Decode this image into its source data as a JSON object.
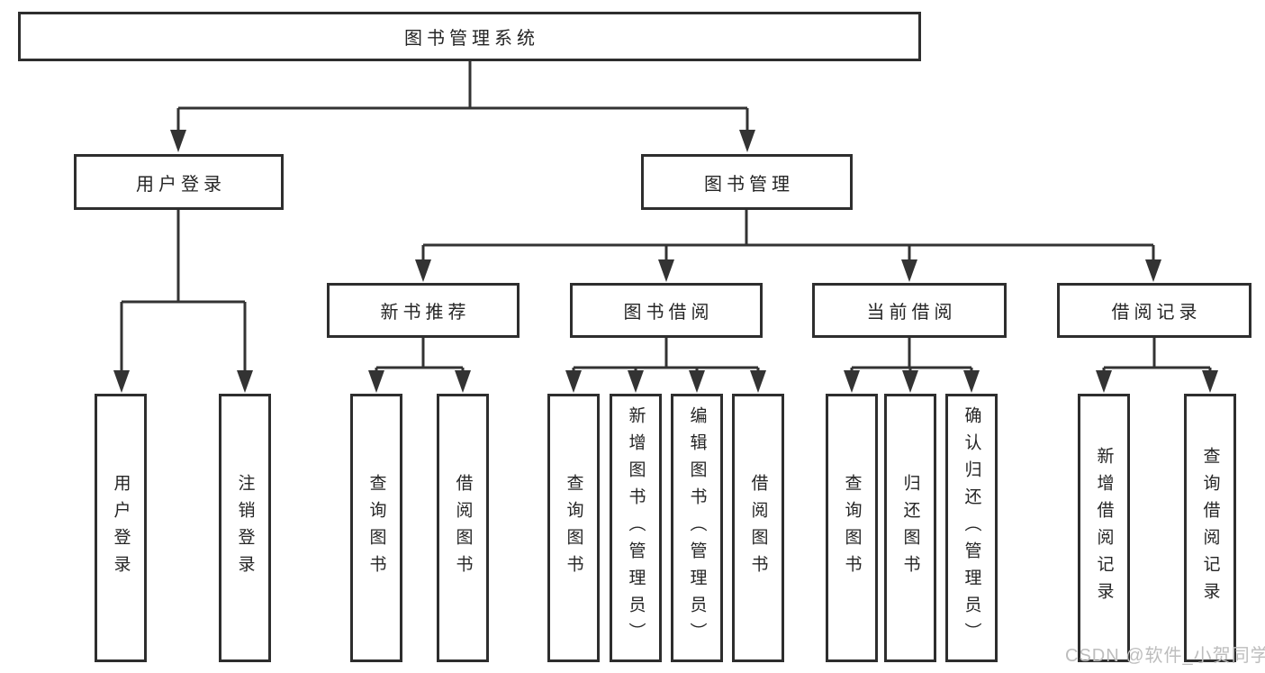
{
  "diagram": {
    "title": "图书管理系统",
    "level2": {
      "user_login": {
        "label": "用户登录",
        "children": [
          "用户登录",
          "注销登录"
        ]
      },
      "book_management": {
        "label": "图书管理"
      }
    },
    "modules": {
      "new_book_recommend": {
        "label": "新书推荐",
        "children": [
          "查询图书",
          "借阅图书"
        ]
      },
      "book_borrow": {
        "label": "图书借阅",
        "children": [
          "查询图书",
          "新增图书（管理员）",
          "编辑图书（管理员）",
          "借阅图书"
        ]
      },
      "current_borrow": {
        "label": "当前借阅",
        "children": [
          "查询图书",
          "归还图书",
          "确认归还（管理员）"
        ]
      },
      "borrow_records": {
        "label": "借阅记录",
        "children": [
          "新增借阅记录",
          "查询借阅记录"
        ]
      }
    }
  },
  "watermark": {
    "text": "CSDN @软件_小贺同学"
  },
  "colors": {
    "line": "#333333",
    "border": "#2e2e2e",
    "text": "#252525",
    "watermark": "#bdbdbd",
    "background": "#ffffff"
  }
}
